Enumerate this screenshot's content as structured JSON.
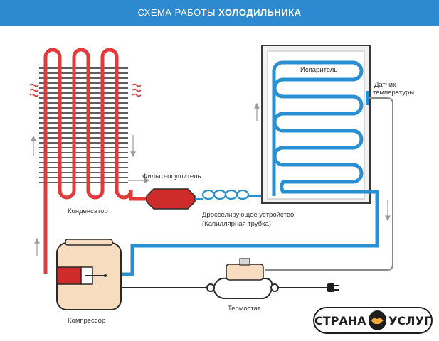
{
  "title": {
    "prefix": "СХЕМА РАБОТЫ",
    "bold": "ХОЛОДИЛЬНИКА"
  },
  "labels": {
    "evaporator": "Испаритель",
    "sensor_line1": "Датчик",
    "sensor_line2": "температуры",
    "filter": "Фильтр-осушитель",
    "condenser": "Конденсатор",
    "throttle_line1": "Дросселирующее устройство",
    "throttle_line2": "(Капиллярная трубка)",
    "compressor": "Компрессор",
    "thermostat": "Термостат"
  },
  "brand": {
    "left": "СТРАНА",
    "right": "УСЛУГ"
  },
  "colors": {
    "banner": "#2d8ad0",
    "hot_line": "#e23a3a",
    "cold_line": "#2a8fd0",
    "control_line": "#8a8a8a",
    "compressor_fill": "#f7dcc0",
    "filter_fill": "#d02b2b"
  }
}
